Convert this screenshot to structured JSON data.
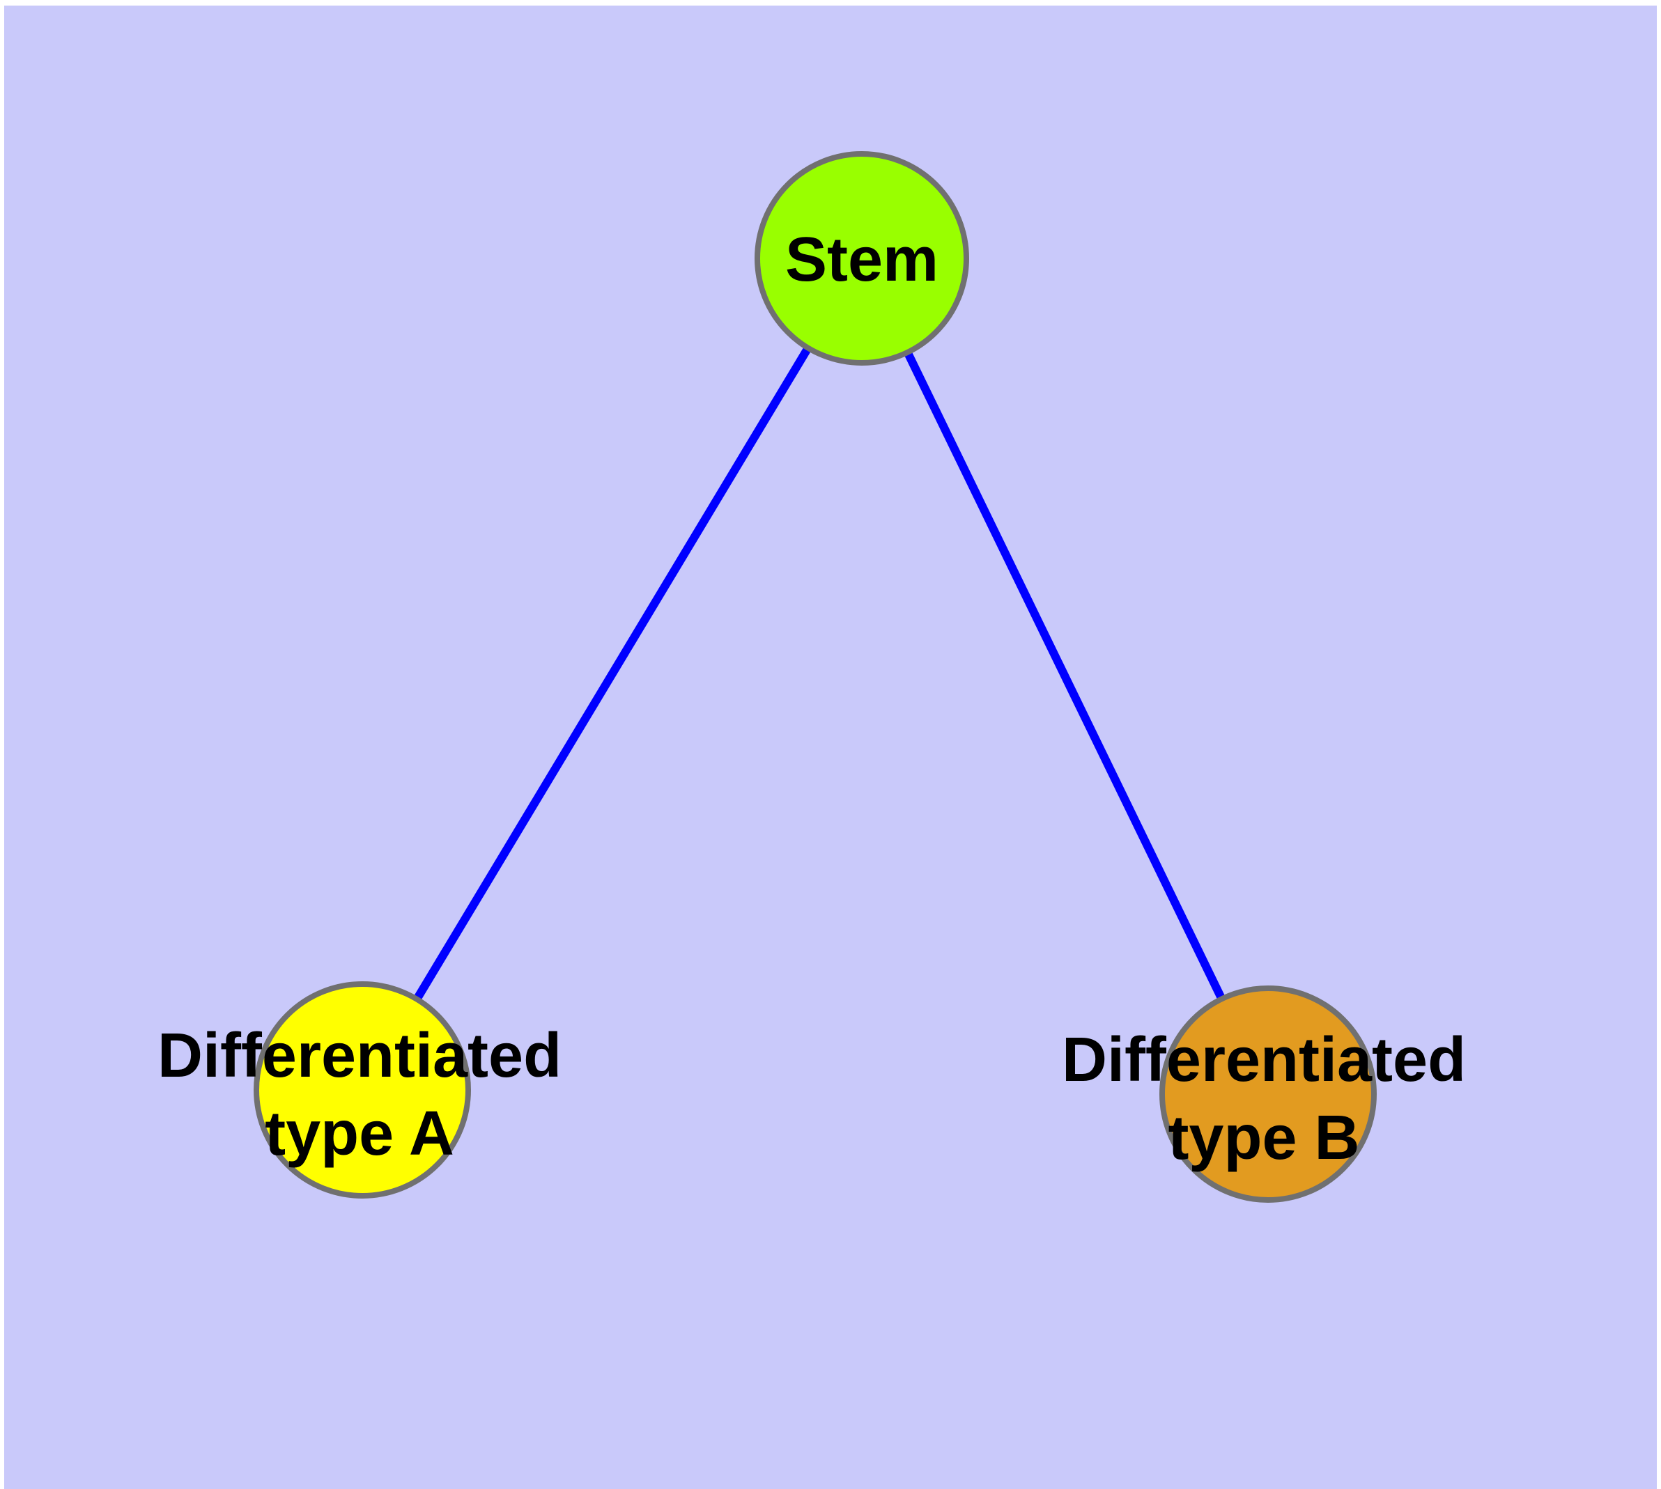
{
  "diagram": {
    "type": "graph",
    "background_color": "#C9C9FA",
    "page_margin_color": "#FFFFFF",
    "edge_color": "#0000FF",
    "node_border_color": "#707070",
    "nodes": [
      {
        "id": "stem",
        "label": "Stem",
        "fill": "#99FF00"
      },
      {
        "id": "differentiated-type-a",
        "label_line1": "Differentiated",
        "label_line2": "type A",
        "fill": "#FFFF00"
      },
      {
        "id": "differentiated-type-b",
        "label_line1": "Differentiated",
        "label_line2": "type B",
        "fill": "#E29B20"
      }
    ],
    "edges": [
      {
        "from": "Stem",
        "to": "Differentiated type A"
      },
      {
        "from": "Stem",
        "to": "Differentiated type B"
      }
    ]
  }
}
